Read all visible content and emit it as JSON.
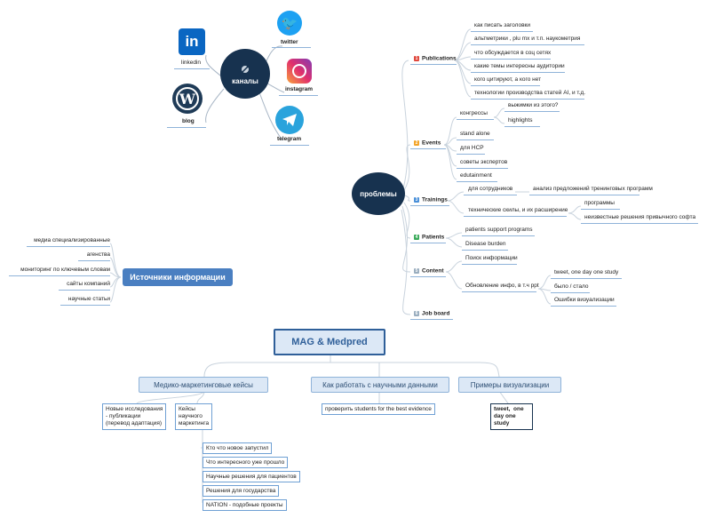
{
  "channels": {
    "center": "каналы",
    "linkedin": "linkedin",
    "blog": "blog",
    "twitter": "twitter",
    "instagram": "instagram",
    "telegram": "telegram"
  },
  "problems": {
    "center": "проблемы",
    "publications": {
      "label": "Publications",
      "num": "1",
      "items": [
        "как писать заголовки",
        "альтметрики , plu mx и т.п. наукометрия",
        "что обсуждается в соц сетях",
        "какие темы интересны аудитории",
        "кого цитируют, а кого нет",
        "технологии производства статей AI, и т.д."
      ]
    },
    "events": {
      "label": "Events",
      "num": "2",
      "congress": "конгрессы",
      "congress_items": [
        "выжимки из этого?",
        "highlights"
      ],
      "items": [
        "stand alone",
        "для HCP",
        "советы экспертов",
        "edutainment"
      ]
    },
    "trainings": {
      "label": "Trainings",
      "num": "3",
      "staff": "для сотрудников",
      "staff_item": "анализ предложений тренинговых программ",
      "tech": "технические скилы, и их расширение",
      "tech_items": [
        "программы",
        "неизвестные решения привычного софта"
      ]
    },
    "patients": {
      "label": "Patients",
      "num": "4",
      "items": [
        "patients support programs",
        "Disease burden"
      ]
    },
    "content": {
      "label": "Content",
      "num": "5",
      "search": "Поиск информации",
      "update": "Обновление инфо, в т.ч ppt",
      "update_items": [
        "tweet,  one day one study",
        "было / стало",
        "Ошибки визуализации"
      ]
    },
    "jobboard": {
      "label": "Job board",
      "num": "6"
    }
  },
  "sources": {
    "title": "Источники информации",
    "items": [
      "медиа специализированные",
      "агенства",
      "мониторинг по ключевым словам",
      "сайты компаний",
      "научные статьи"
    ]
  },
  "mag": {
    "title": "MAG & Medpred",
    "branch1": {
      "label": "Медико-маркетинговые кейсы",
      "left": "Новые исследования\n- публикации\n(перевод адаптация)",
      "right": "Кейсы\nнаучного\nмаркетинга",
      "items": [
        "Кто что новое запустил",
        "Что интересного уже прошло",
        "Научные решения для пациентов",
        "Решения для государства",
        "NATION - подобные проекты"
      ]
    },
    "branch2": {
      "label": "Как работать с научными данными",
      "item": "проверить students for the best evidence"
    },
    "branch3": {
      "label": "Примеры визуализации",
      "item": "tweet,  one\nday one\nstudy"
    }
  },
  "colors": {
    "dark_node": "#17324f",
    "accent_blue": "#4a7fc1",
    "mag_border": "#2f5f99",
    "mag_fill": "#dce8f6",
    "num1": "#e0483d",
    "num2": "#f2a42a",
    "num3": "#4a90d9",
    "num4": "#3aaa5a",
    "num5": "#9aaebf",
    "num6": "#9aaebf"
  }
}
